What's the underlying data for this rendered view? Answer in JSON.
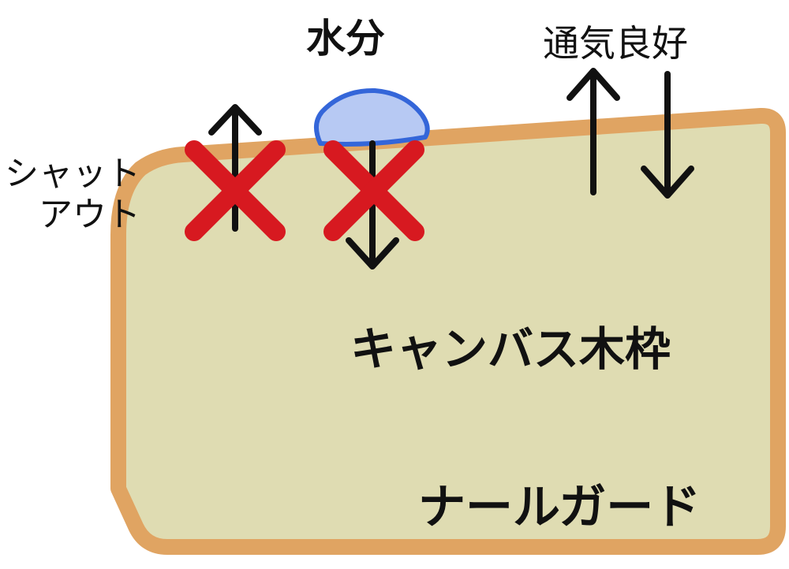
{
  "labels": {
    "water": "水分",
    "ventilation": "通気良好",
    "shutout": "シャット\nアウト",
    "canvas_frame": "キャンバス木枠",
    "nail_guard": "ナールガード"
  },
  "colors": {
    "guard_outline": "#e0a462",
    "frame_fill": "#dfdcb2",
    "droplet_fill": "#b7c9f3",
    "droplet_stroke": "#3466d9",
    "cross": "#d71920",
    "arrow": "#111111"
  }
}
